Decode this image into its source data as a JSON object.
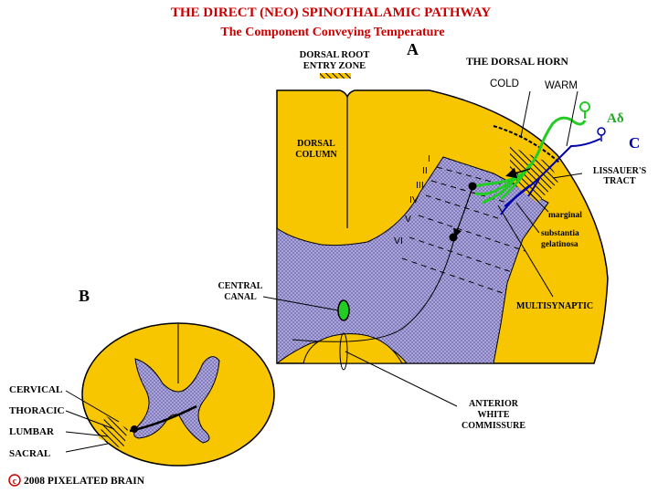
{
  "title": {
    "main": "THE DIRECT (NEO) SPINOTHALAMIC PATHWAY",
    "sub": "The Component Conveying Temperature"
  },
  "panel_a": {
    "letter": "A",
    "dorsal_root_line1": "DORSAL ROOT",
    "dorsal_root_line2": "ENTRY ZONE",
    "dorsal_horn": "THE DORSAL HORN",
    "cold": "COLD",
    "warm": "WARM",
    "a_delta": "Aδ",
    "c_fiber": "C",
    "dorsal_column_line1": "DORSAL",
    "dorsal_column_line2": "COLUMN",
    "lissauer_line1": "LISSAUER'S",
    "lissauer_line2": "TRACT",
    "marginal": "marginal",
    "sg_line1": "substantia",
    "sg_line2": "gelatinosa",
    "laminae": [
      "I",
      "II",
      "III",
      "IV",
      "V",
      "VI"
    ],
    "central_canal_line1": "CENTRAL",
    "central_canal_line2": "CANAL",
    "multisynaptic": "MULTISYNAPTIC",
    "awc_line1": "ANTERIOR",
    "awc_line2": "WHITE",
    "awc_line3": "COMMISSURE"
  },
  "panel_b": {
    "letter": "B",
    "levels": [
      "CERVICAL",
      "THORACIC",
      "LUMBAR",
      "SACRAL"
    ]
  },
  "copyright": {
    "symbol": "c",
    "text": "2008  PIXELATED BRAIN"
  },
  "colors": {
    "title": "#cc0000",
    "cord": "#f7c600",
    "gray_matter": "#a9a3d8",
    "cold_fiber": "#22cc22",
    "warm_fiber": "#0000aa",
    "canal": "#22cc22"
  }
}
